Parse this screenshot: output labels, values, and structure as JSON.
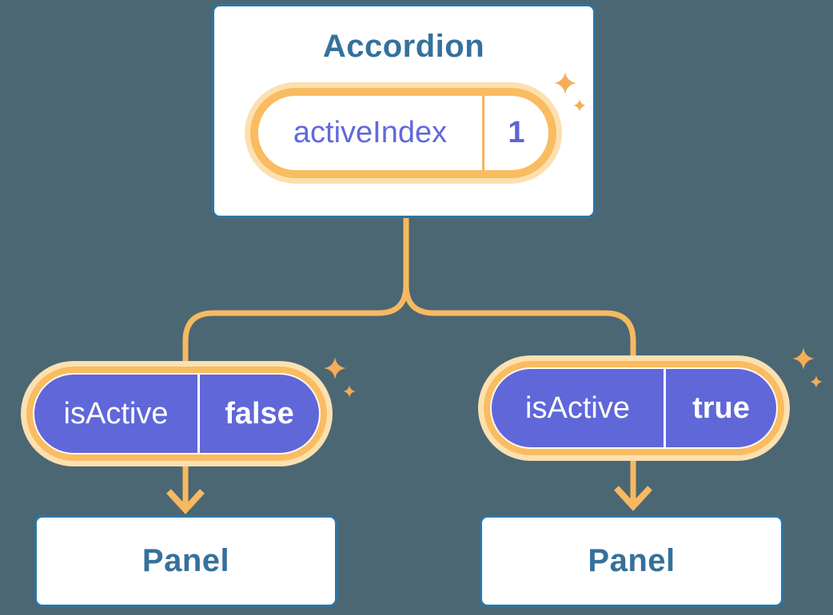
{
  "background": "#4B6773",
  "palette": {
    "card_border": "#2D75A4",
    "card_text": "#35719B",
    "connector_orange": "#F7B960",
    "glow_cream": "#FDE0B0",
    "pill_purple": "#6067D8",
    "purple_text": "#6169DA"
  },
  "accordion": {
    "title": "Accordion",
    "state_pill": {
      "name": "activeIndex",
      "value": "1"
    }
  },
  "props": [
    {
      "name": "isActive",
      "value": "false"
    },
    {
      "name": "isActive",
      "value": "true"
    }
  ],
  "panels": [
    {
      "label": "Panel"
    },
    {
      "label": "Panel"
    }
  ]
}
